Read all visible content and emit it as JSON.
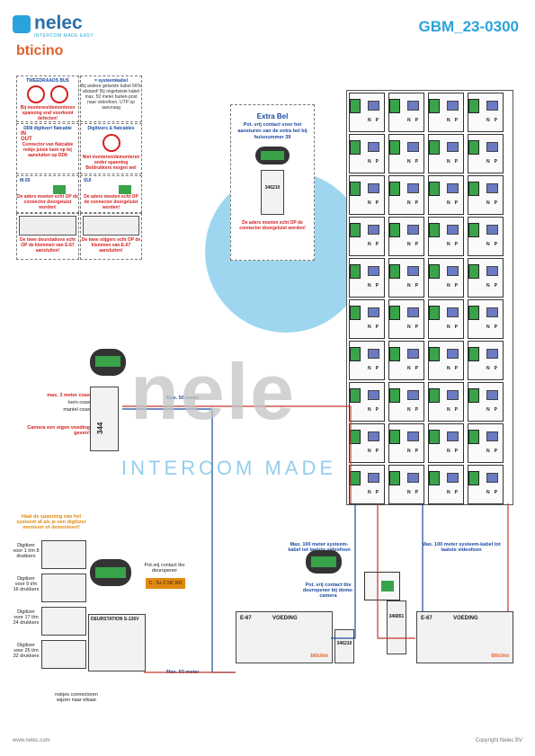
{
  "header": {
    "brand_name": "nelec",
    "brand_tagline": "INTERCOM MADE EASY",
    "brand_sub": "bticino",
    "doc_code": "GBM_23-0300"
  },
  "watermark": {
    "big": "nele",
    "sub": "INTERCOM MADE"
  },
  "legend": {
    "bus_title": "TWEEDRAADS BUS",
    "bus_note": "Bij monteren/demonteren spanning eraf voorkomt defecten!",
    "cable_title": "= systeemkabel",
    "cable_note": "Bij andere getwiste kabel 66% afstand! Bij ongetwiste kabel max. 50 meter buiten-post naar videofoon. UTP op aanvraag",
    "dd_title": "DD8 digitizer/ flatcable",
    "dd_in": "IN",
    "dd_out": "OUT",
    "dd_note": "Connector van flatcable nokje juiste kant op bij aansluiten op DD8",
    "dig_title": "Digitizers & flatcables",
    "dig_note": "Niet monteren/demonteren onder spanning Beldrukkers mogen wel",
    "m50_title": "M-50",
    "sui_title": "SUI",
    "wires_note": "De aders moeten echt OP de connector doorgeluist worden!",
    "deur_note": "De twee deurstations echt OP de klemmen van E-67 aansluiten!",
    "deur_note2": "De twee stijgers echt OP de klemmen van E-67 aansluiten!"
  },
  "extra": {
    "title": "Extra Bel",
    "note": "Pot. vrij contact voor het aansturen van de extra bel bij huisnummer 39",
    "module": "346210",
    "bottom": "De aders moeten echt OP de connector doorgeluist worden!"
  },
  "coax": {
    "l1": "max. 3 meter coax",
    "l2": "kern coax",
    "l3": "mantel coax",
    "cam": "Camera een eigen voeding geven!",
    "module": "344"
  },
  "distance": {
    "top": "Max. 50 meter",
    "bottom": "Max. 50 meter",
    "left": "Max. 100 meter systeem-kabel tot laatste videofoon",
    "right": "Max. 100 meter systeem-kabel tot laatste videofoon"
  },
  "digitizers": {
    "warn": "Haal de spanning van het systeem af als je een digitizer monteert of demonteert!",
    "items": [
      "Digitizer voor 1 t/m 8 drukkers",
      "Digitizer voor 9 t/m 16 drukkers",
      "Digitizer voor 17 t/m 24 drukkers",
      "Digitizer voor 25 t/m 32 drukkers"
    ],
    "footnote": "nokjes connectoren wijzen naar elkaar",
    "station": "DEURSTATION S-136V"
  },
  "contacts": {
    "door": "Pot.vrij contact tbv deuropener",
    "door2": "Pot. vrij contact tbv deuropener bij dome-camera",
    "module": "346210",
    "module2": "346851",
    "terminals": "C · S+ C NC NO"
  },
  "psu": {
    "label1": "E-67",
    "label2": "VOEDING",
    "label3": "E-67",
    "label4": "VOEDING",
    "brand": "bticino"
  },
  "apartment": {
    "n": "N",
    "p": "P"
  },
  "footer": {
    "left": "www.nelec.com",
    "right": "Copyright Nelec BV"
  },
  "colors": {
    "accent": "#29a3dc",
    "red": "#d62020",
    "green": "#39a34a",
    "blue": "#1c4aa0"
  }
}
